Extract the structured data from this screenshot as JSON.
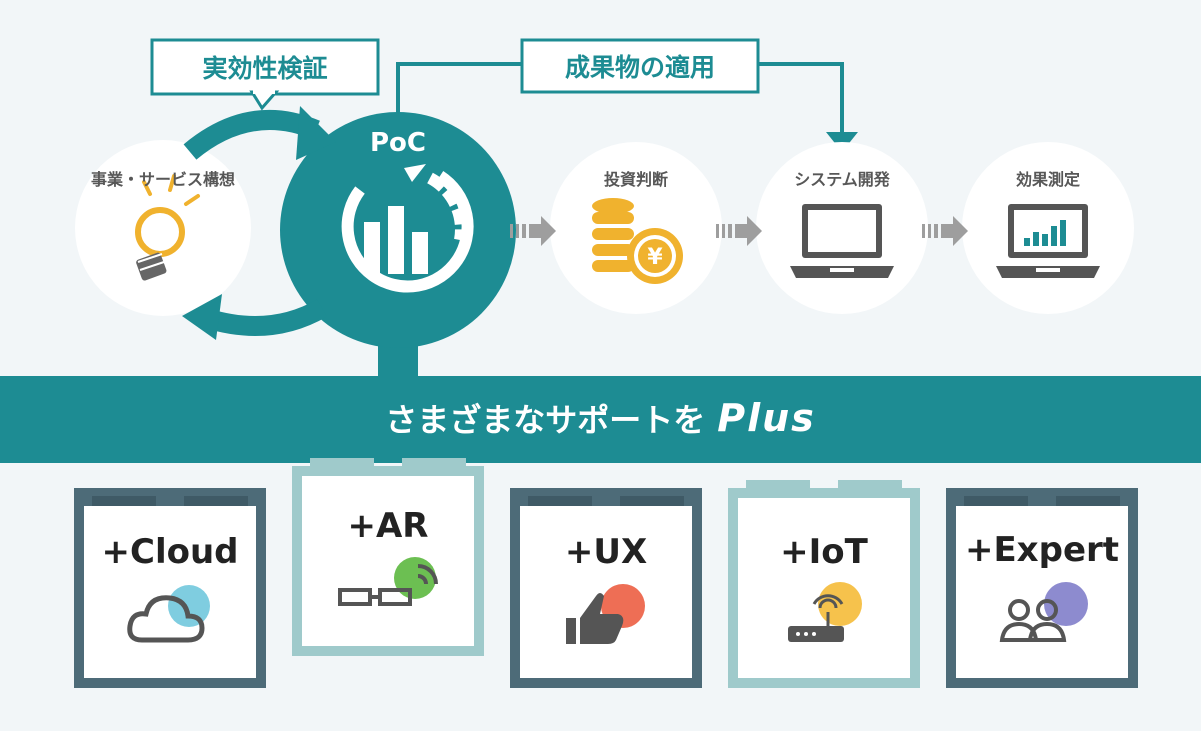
{
  "top_labels": {
    "validation": "実効性検証",
    "apply_results": "成果物の適用"
  },
  "poc": {
    "label": "PoC"
  },
  "stages": [
    {
      "label": "事業・サービス構想",
      "icon": "lightbulb-icon"
    },
    {
      "label": "投資判断",
      "icon": "yen-coins-icon"
    },
    {
      "label": "システム開発",
      "icon": "laptop-icon"
    },
    {
      "label": "効果測定",
      "icon": "laptop-chart-icon"
    }
  ],
  "band": {
    "text": "さまざまなサポートを",
    "plus_word": "Plus"
  },
  "cards": [
    {
      "title": "+Cloud",
      "icon": "cloud-icon",
      "accent": "#7fcde0"
    },
    {
      "title": "+AR",
      "icon": "ar-glasses-icon",
      "accent": "#6cbf52"
    },
    {
      "title": "+UX",
      "icon": "thumbs-up-icon",
      "accent": "#ee6e55"
    },
    {
      "title": "+IoT",
      "icon": "router-icon",
      "accent": "#f6c24c"
    },
    {
      "title": "+Expert",
      "icon": "people-icon",
      "accent": "#8d8bcf"
    }
  ],
  "colors": {
    "teal": "#1d8c93",
    "dark_frame": "#4d6b78",
    "light_frame": "#9fcacb",
    "gray_icon": "#555555",
    "gold": "#f0b22e"
  }
}
